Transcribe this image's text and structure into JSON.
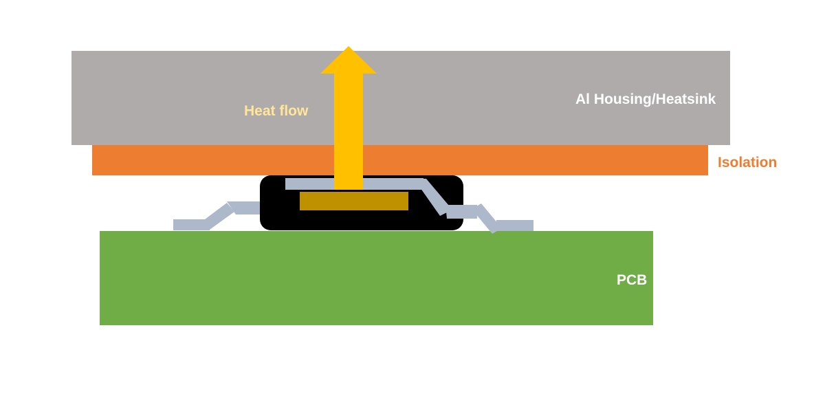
{
  "labels": {
    "housing": "Al Housing/Heatsink",
    "isolation": "Isolation",
    "pcb": "PCB",
    "heat_flow": "Heat flow"
  },
  "colors": {
    "background": "#ffffff",
    "housing": "#afabab",
    "isolation": "#ed7d31",
    "pcb": "#70ad47",
    "package_body": "#000000",
    "die_pad": "#bf9000",
    "leads": "#adb9ca",
    "heat_arrow": "#ffc000",
    "housing_text": "#ffffff",
    "isolation_text": "#ed7d31",
    "pcb_text": "#ffffff",
    "heat_text": "#ffe699"
  }
}
